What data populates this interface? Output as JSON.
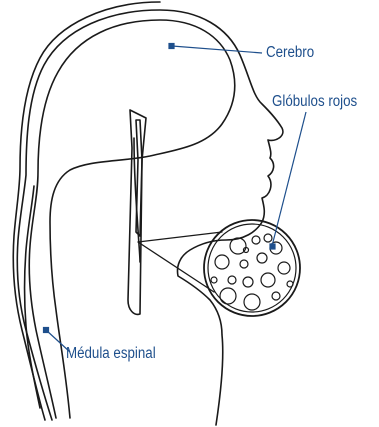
{
  "labels": {
    "brain": "Cerebro",
    "red_blood_cells": "Glóbulos rojos",
    "spinal_cord": "Médula espinal"
  },
  "colors": {
    "outline": "#1a1a1a",
    "leader": "#1e4f8c",
    "label_text": "#1e4f8c",
    "background": "#ffffff"
  }
}
